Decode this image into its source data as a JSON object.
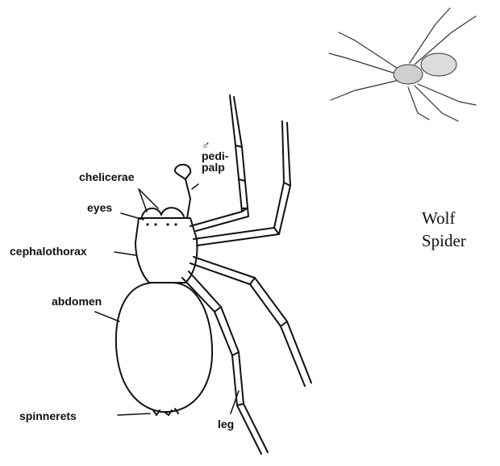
{
  "diagram": {
    "labels": {
      "male_symbol": "♂",
      "pedipalp_line1": "pedi-",
      "pedipalp_line2": "palp",
      "chelicerae": "chelicerae",
      "eyes": "eyes",
      "cephalothorax": "cephalothorax",
      "abdomen": "abdomen",
      "spinnerets": "spinnerets",
      "leg": "leg"
    }
  },
  "caption": {
    "line1": "Wolf",
    "line2": "Spider"
  },
  "colors": {
    "ink": "#111111",
    "background": "#ffffff",
    "photo_body": "#d9d9d9"
  }
}
